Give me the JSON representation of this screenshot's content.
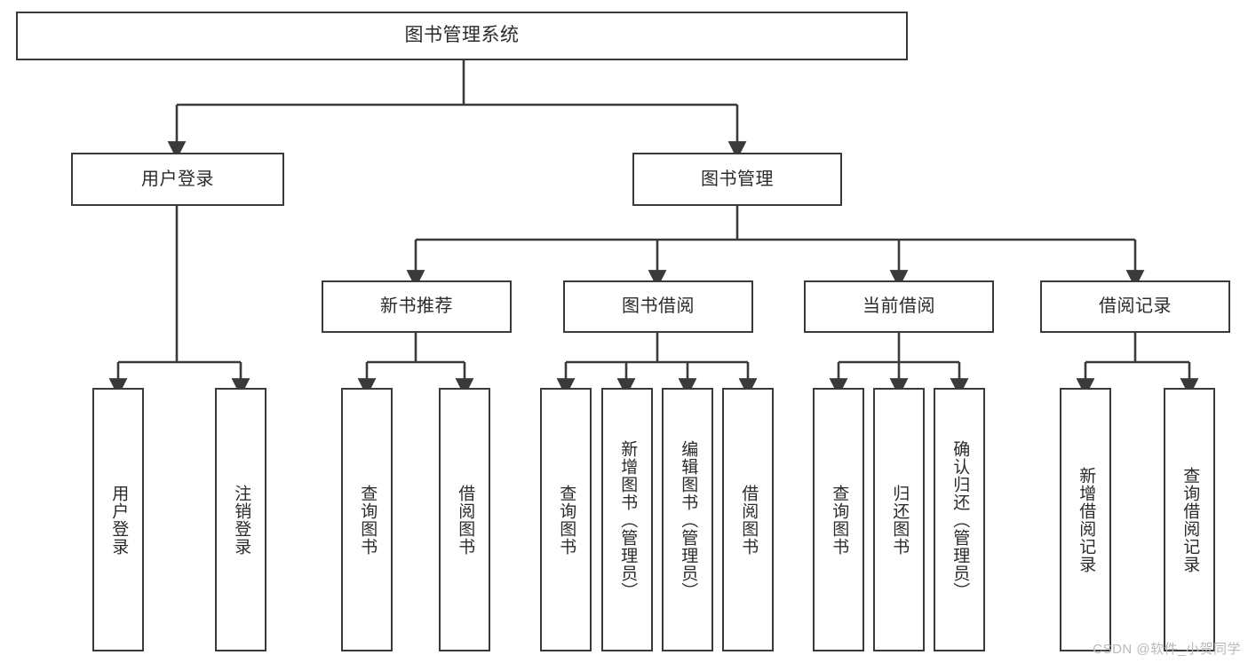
{
  "diagram": {
    "title": "图书管理系统",
    "type": "tree-hierarchy",
    "watermark": "CSDN @软件_小贺同学",
    "colors": {
      "box_border": "#3a3a3a",
      "box_fill": "#ffffff",
      "connector": "#3a3a3a",
      "text": "#2b2b2b",
      "watermark": "#b9b9b9",
      "background": "#ffffff"
    },
    "nodes": {
      "root": {
        "label": "图书管理系统"
      },
      "level2": [
        {
          "id": "user-login",
          "label": "用户登录"
        },
        {
          "id": "book-manage",
          "label": "图书管理"
        }
      ],
      "level3": [
        {
          "id": "new-book-rec",
          "label": "新书推荐"
        },
        {
          "id": "book-borrow",
          "label": "图书借阅"
        },
        {
          "id": "current-borrow",
          "label": "当前借阅"
        },
        {
          "id": "borrow-record",
          "label": "借阅记录"
        }
      ],
      "leaves": {
        "user-login": [
          {
            "id": "leaf-user-login",
            "label": "用户登录"
          },
          {
            "id": "leaf-logout",
            "label": "注销登录"
          }
        ],
        "new-book-rec": [
          {
            "id": "leaf-query-book-1",
            "label": "查询图书"
          },
          {
            "id": "leaf-borrow-book-1",
            "label": "借阅图书"
          }
        ],
        "book-borrow": [
          {
            "id": "leaf-query-book-2",
            "label": "查询图书"
          },
          {
            "id": "leaf-add-book",
            "label": "新增图书（管理员）"
          },
          {
            "id": "leaf-edit-book",
            "label": "编辑图书（管理员）"
          },
          {
            "id": "leaf-borrow-book-2",
            "label": "借阅图书"
          }
        ],
        "current-borrow": [
          {
            "id": "leaf-query-book-3",
            "label": "查询图书"
          },
          {
            "id": "leaf-return-book",
            "label": "归还图书"
          },
          {
            "id": "leaf-confirm-return",
            "label": "确认归还（管理员）"
          }
        ],
        "borrow-record": [
          {
            "id": "leaf-add-record",
            "label": "新增借阅记录"
          },
          {
            "id": "leaf-query-record",
            "label": "查询借阅记录"
          }
        ]
      }
    }
  }
}
